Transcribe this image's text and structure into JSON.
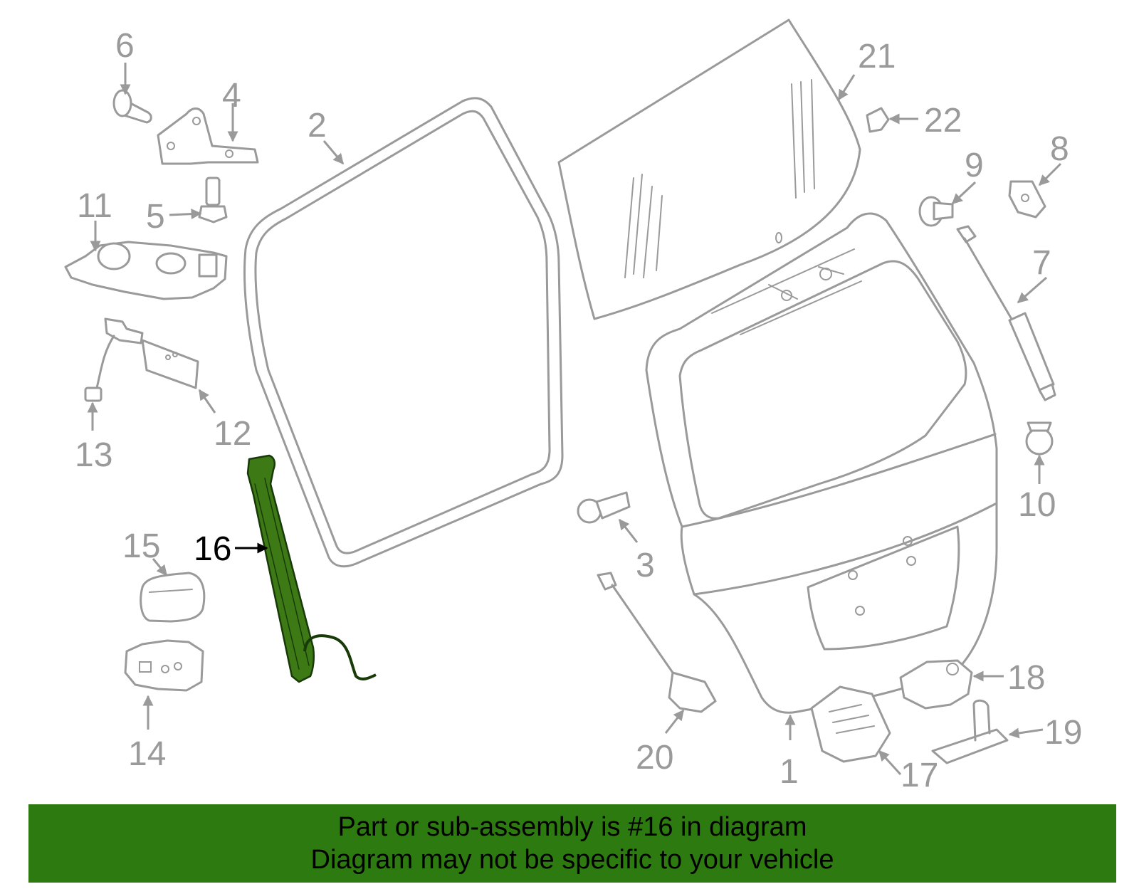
{
  "diagram": {
    "highlight_color": "#3d7a16",
    "callouts": [
      "1",
      "2",
      "3",
      "4",
      "5",
      "6",
      "7",
      "8",
      "9",
      "10",
      "11",
      "12",
      "13",
      "14",
      "15",
      "16",
      "17",
      "18",
      "19",
      "20",
      "21",
      "22"
    ],
    "highlighted_callout": "16"
  },
  "banner": {
    "background": "#2c7a10",
    "line1": "Part or sub-assembly is #16 in diagram",
    "line2": "Diagram may not be specific to your vehicle"
  }
}
